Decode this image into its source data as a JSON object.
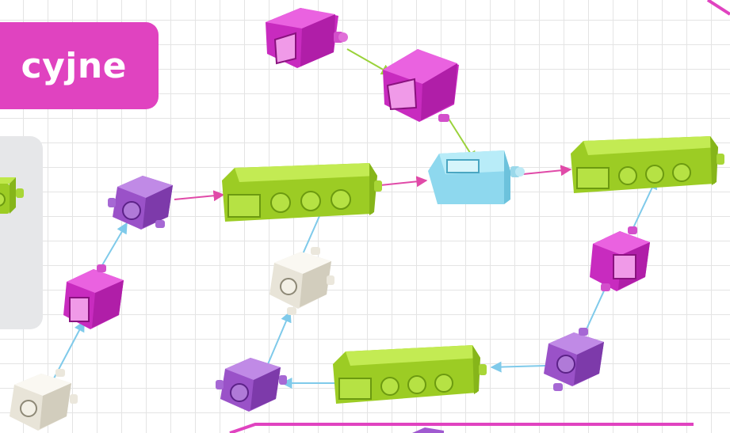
{
  "header": {
    "title_fragment": "cyjne"
  },
  "colors": {
    "pink_brand": "#e043c0",
    "lime_block": "#a6d82a",
    "magenta_block": "#d93bd0",
    "purple_block": "#a05ad0",
    "cyan_block": "#8fdcf0",
    "ivory_block": "#f1eee6",
    "arrow_pink": "#e04aa8",
    "arrow_blue": "#7fcaea",
    "arrow_lime": "#9ad23a"
  },
  "blocks": [
    {
      "id": "m1",
      "kind": "magenta-corner"
    },
    {
      "id": "m2",
      "kind": "magenta-corner"
    },
    {
      "id": "c1",
      "kind": "cyan-junction"
    },
    {
      "id": "l1",
      "kind": "lime-long"
    },
    {
      "id": "l2",
      "kind": "lime-long"
    },
    {
      "id": "l3",
      "kind": "lime-long"
    },
    {
      "id": "p1",
      "kind": "purple-cube"
    },
    {
      "id": "p2",
      "kind": "purple-cube"
    },
    {
      "id": "p3",
      "kind": "purple-cube"
    },
    {
      "id": "m3",
      "kind": "magenta-corner"
    },
    {
      "id": "m4",
      "kind": "magenta-corner"
    },
    {
      "id": "w1",
      "kind": "ivory-cube"
    },
    {
      "id": "w2",
      "kind": "ivory-cube"
    }
  ]
}
